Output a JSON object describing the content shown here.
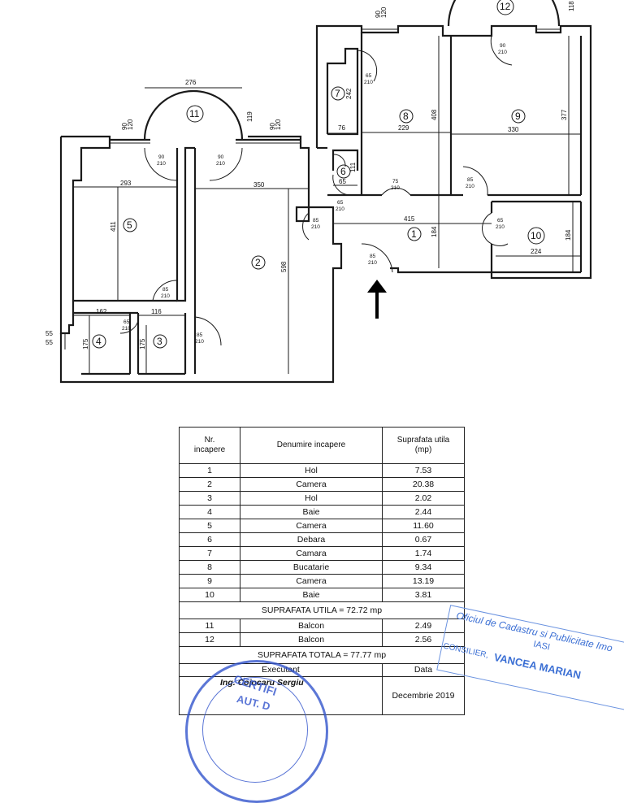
{
  "plan": {
    "dims": {
      "d276": "276",
      "d119": "119",
      "d293": "293",
      "d350": "350",
      "d411": "411",
      "d598": "598",
      "d162": "162",
      "d116": "116",
      "d175a": "175",
      "d175b": "175",
      "d55a": "55",
      "d55b": "55",
      "d242": "242",
      "d76": "76",
      "d65": "65",
      "d111": "111",
      "d229": "229",
      "d408": "408",
      "d330": "330",
      "d377": "377",
      "d415": "415",
      "d184a": "184",
      "d184b": "184",
      "d224": "224",
      "d118": "118",
      "d90_120a": "90",
      "d120a": "120",
      "d90_120b": "90",
      "d120b": "120",
      "d90_120c": "90",
      "d120c": "120"
    },
    "doors": [
      {
        "w": "90",
        "h": "210"
      },
      {
        "w": "90",
        "h": "210"
      },
      {
        "w": "85",
        "h": "210"
      },
      {
        "w": "65",
        "h": "210"
      },
      {
        "w": "85",
        "h": "210"
      },
      {
        "w": "65",
        "h": "210"
      },
      {
        "w": "65",
        "h": "210"
      },
      {
        "w": "85",
        "h": "210"
      },
      {
        "w": "75",
        "h": "210"
      },
      {
        "w": "85",
        "h": "210"
      },
      {
        "w": "65",
        "h": "210"
      },
      {
        "w": "85",
        "h": "210"
      },
      {
        "w": "90",
        "h": "210"
      },
      {
        "w": "65",
        "h": "210"
      }
    ],
    "rooms": [
      "1",
      "2",
      "3",
      "4",
      "5",
      "6",
      "7",
      "8",
      "9",
      "10",
      "11",
      "12"
    ]
  },
  "table": {
    "headers": {
      "nr": "Nr.\nincapere",
      "name": "Denumire incapere",
      "area": "Suprafata utila\n(mp)"
    },
    "rows": [
      {
        "nr": "1",
        "name": "Hol",
        "area": "7.53"
      },
      {
        "nr": "2",
        "name": "Camera",
        "area": "20.38"
      },
      {
        "nr": "3",
        "name": "Hol",
        "area": "2.02"
      },
      {
        "nr": "4",
        "name": "Baie",
        "area": "2.44"
      },
      {
        "nr": "5",
        "name": "Camera",
        "area": "11.60"
      },
      {
        "nr": "6",
        "name": "Debara",
        "area": "0.67"
      },
      {
        "nr": "7",
        "name": "Camara",
        "area": "1.74"
      },
      {
        "nr": "8",
        "name": "Bucatarie",
        "area": "9.34"
      },
      {
        "nr": "9",
        "name": "Camera",
        "area": "13.19"
      },
      {
        "nr": "10",
        "name": "Baie",
        "area": "3.81"
      }
    ],
    "total_utila": "SUPRAFATA UTILA = 72.72 mp",
    "balcony_rows": [
      {
        "nr": "11",
        "name": "Balcon",
        "area": "2.49"
      },
      {
        "nr": "12",
        "name": "Balcon",
        "area": "2.56"
      }
    ],
    "total": "SUPRAFATA TOTALA = 77.77 mp",
    "exec_label": "Executant",
    "date_label": "Data",
    "executant": "Ing. Cojocaru Sergiu",
    "date": "Decembrie 2019"
  },
  "stamps": {
    "office_line1": "Oficiul de Cadastru si Publicitate Imo",
    "office_line2": "IASI",
    "office_line3": "CONSILIER,",
    "office_line4": "VANCEA MARIAN",
    "circle_text1": "CERTIFI",
    "circle_text2": "AUT. D"
  }
}
